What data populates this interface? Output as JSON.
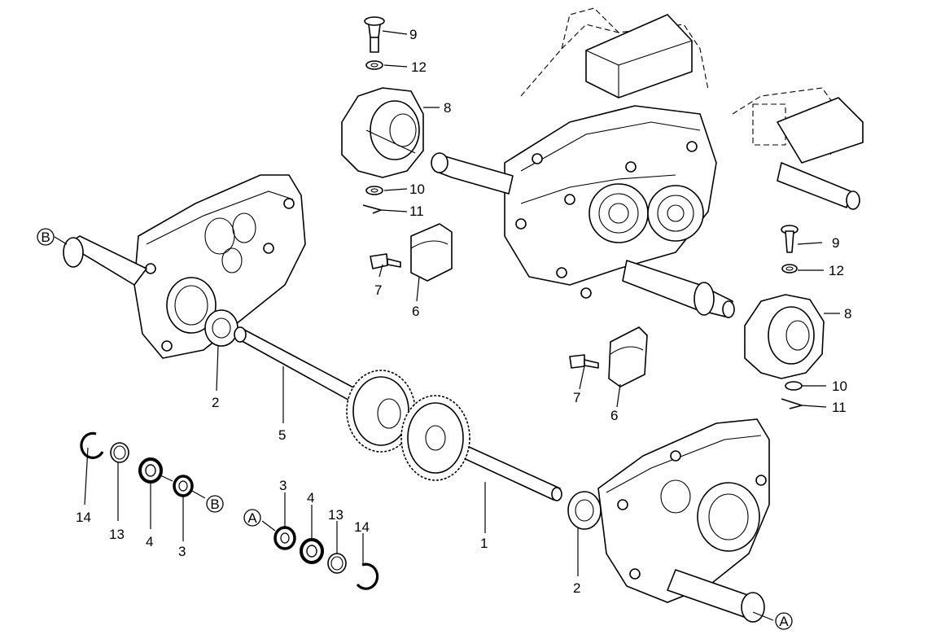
{
  "callouts": [
    {
      "label": "9"
    },
    {
      "label": "12"
    },
    {
      "label": "8"
    },
    {
      "label": "10"
    },
    {
      "label": "11"
    },
    {
      "label": "7"
    },
    {
      "label": "6"
    },
    {
      "label": "2"
    },
    {
      "label": "5"
    },
    {
      "label": "14"
    },
    {
      "label": "13"
    },
    {
      "label": "4"
    },
    {
      "label": "3"
    },
    {
      "label": "3"
    },
    {
      "label": "4"
    },
    {
      "label": "13"
    },
    {
      "label": "14"
    },
    {
      "label": "1"
    },
    {
      "label": "2"
    },
    {
      "label": "9"
    },
    {
      "label": "12"
    },
    {
      "label": "8"
    },
    {
      "label": "10"
    },
    {
      "label": "11"
    },
    {
      "label": "7"
    },
    {
      "label": "6"
    }
  ],
  "reference_markers": [
    {
      "label": "B"
    },
    {
      "label": "B"
    },
    {
      "label": "A"
    },
    {
      "label": "A"
    }
  ]
}
